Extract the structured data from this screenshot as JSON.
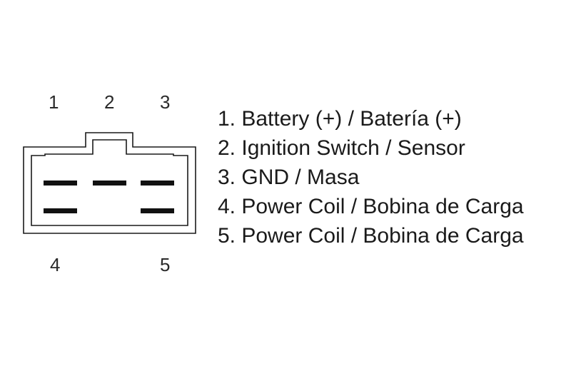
{
  "connector": {
    "pin_labels": {
      "pin1": "1",
      "pin2": "2",
      "pin3": "3",
      "pin4": "4",
      "pin5": "5"
    }
  },
  "legend": {
    "items": [
      "1. Battery (+) / Batería (+)",
      "2. Ignition Switch / Sensor",
      "3. GND / Masa",
      "4. Power Coil / Bobina de Carga",
      "5. Power Coil / Bobina de Carga"
    ]
  }
}
